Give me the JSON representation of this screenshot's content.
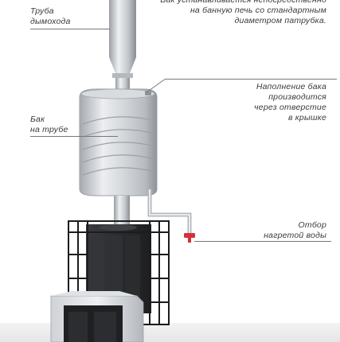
{
  "labels": {
    "chimney": "Труба\nдымохода",
    "mounting_note": "Бак устанавливается непосредственно\nна банную печь со стандартным\nдиаметром патрубка.",
    "filling": "Наполнение бака\nпроизводится\nчерез отверстие\nв крышке",
    "tank": "Бак\nна трубе",
    "hot_water": "Отбор\nнагретой воды"
  },
  "colors": {
    "steel_light": "#e9eaec",
    "steel_mid": "#b9bcc1",
    "steel_dark": "#8c9096",
    "stove_body": "#2b2c2e",
    "tap_red": "#d8303a",
    "floor": "#ececec"
  }
}
